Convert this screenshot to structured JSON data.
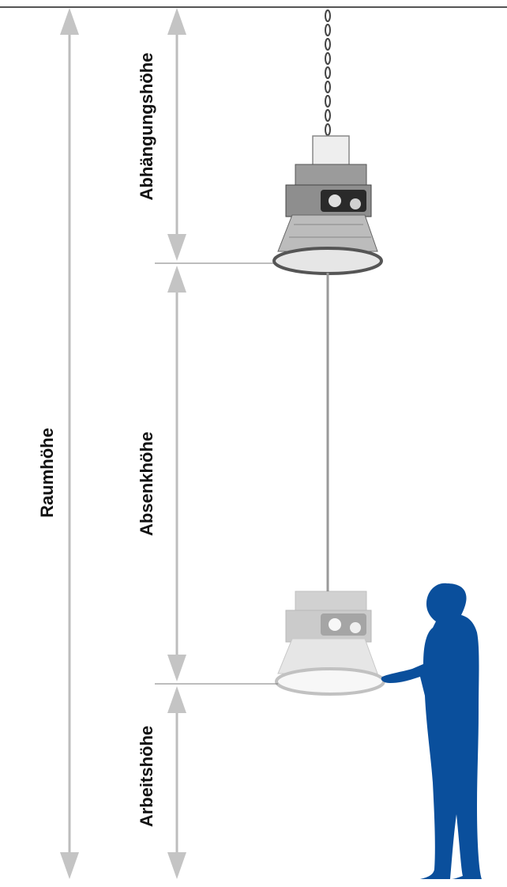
{
  "labels": {
    "room_height": "Raumhöhe",
    "suspension_height": "Abhängungshöhe",
    "lowering_height": "Absenkhöhe",
    "working_height": "Arbeitshöhe"
  },
  "colors": {
    "dimension_line": "#b8b8b8",
    "arrow": "#c2c2c2",
    "person": "#0a4f9c",
    "lamp_body": "#9a9a9a",
    "lamp_ghost": "#d6d6d6",
    "ceiling": "#555555"
  },
  "icons": {
    "lamp_raised": "highbay-lamp-icon",
    "lamp_lowered": "highbay-lamp-lowered-icon",
    "person": "standing-person-icon"
  }
}
